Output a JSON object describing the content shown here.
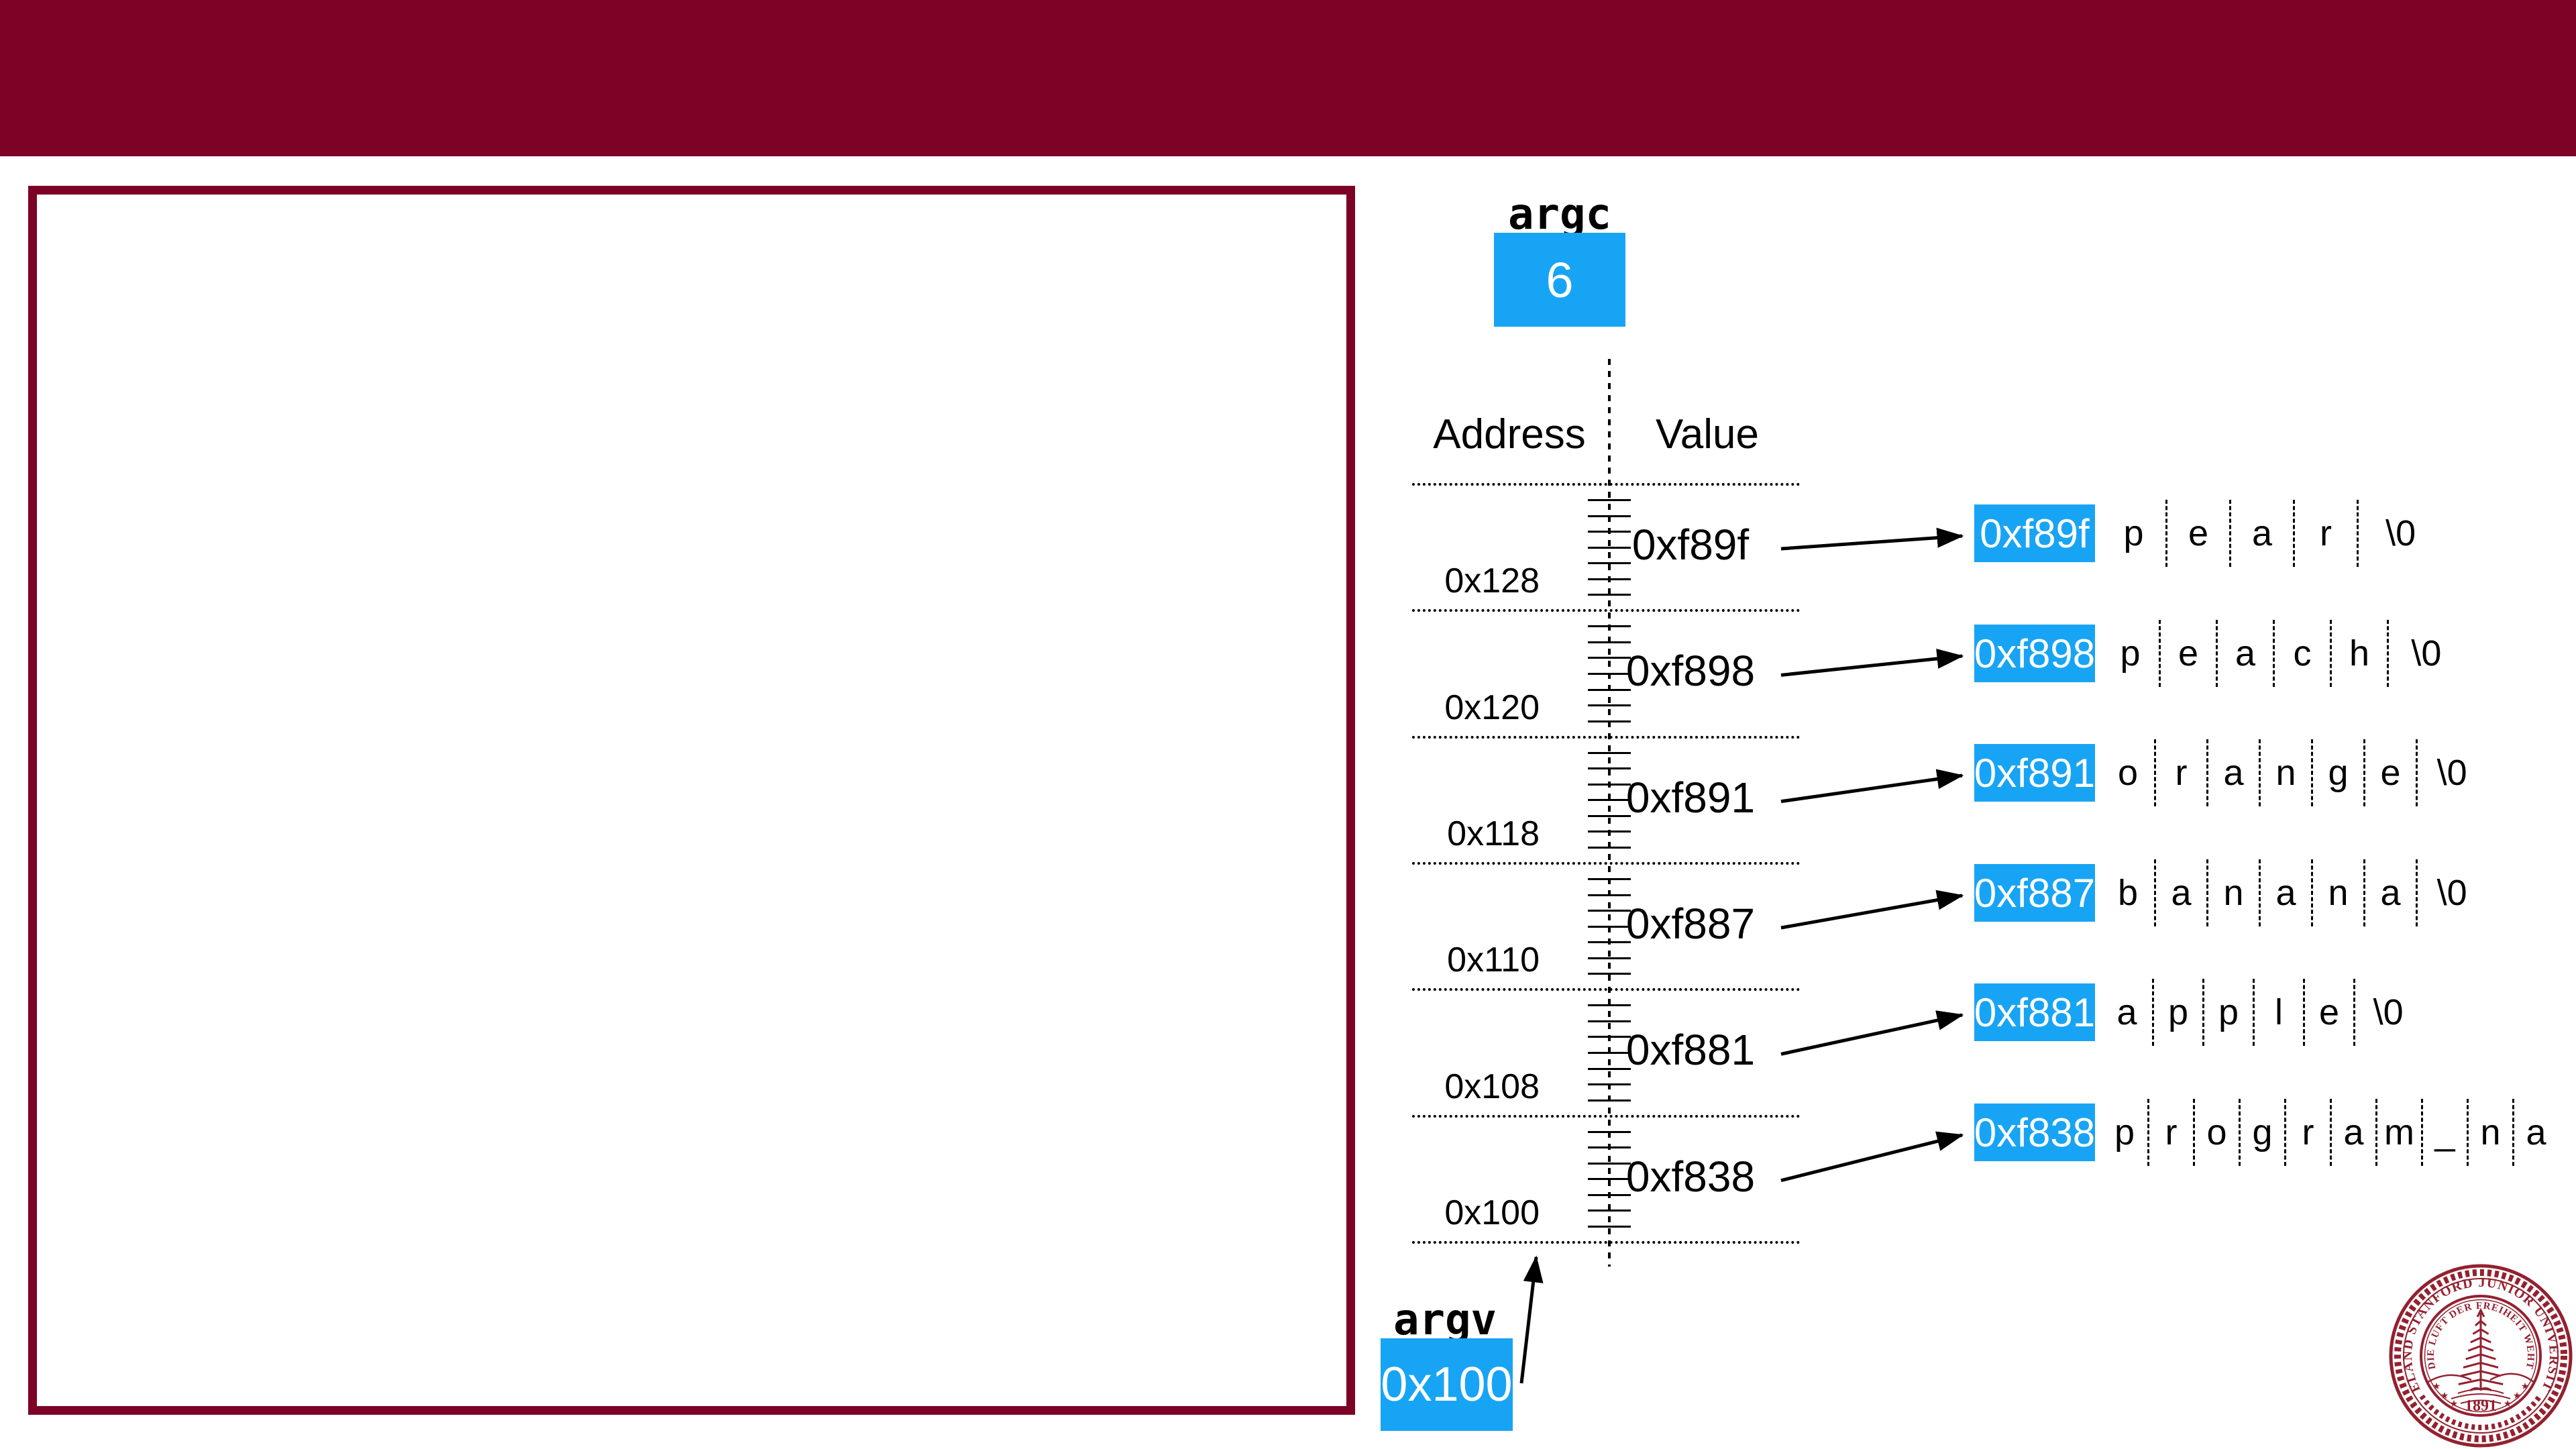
{
  "colors": {
    "banner": "#7c0226",
    "blue": "#18a4f4",
    "seal": "#93212f"
  },
  "argc": {
    "label": "argc",
    "value": "6"
  },
  "argv": {
    "label": "argv",
    "value": "0x100"
  },
  "memory": {
    "headers": {
      "address": "Address",
      "value": "Value"
    },
    "rows": [
      {
        "address": "0x128",
        "value": "0xf89f"
      },
      {
        "address": "0x120",
        "value": "0xf898"
      },
      {
        "address": "0x118",
        "value": "0xf891"
      },
      {
        "address": "0x110",
        "value": "0xf887"
      },
      {
        "address": "0x108",
        "value": "0xf881"
      },
      {
        "address": "0x100",
        "value": "0xf838"
      }
    ]
  },
  "strings": [
    {
      "address": "0xf89f",
      "chars": [
        "p",
        "e",
        "a",
        "r",
        "\\0"
      ]
    },
    {
      "address": "0xf898",
      "chars": [
        "p",
        "e",
        "a",
        "c",
        "h",
        "\\0"
      ]
    },
    {
      "address": "0xf891",
      "chars": [
        "o",
        "r",
        "a",
        "n",
        "g",
        "e",
        "\\0"
      ]
    },
    {
      "address": "0xf887",
      "chars": [
        "b",
        "a",
        "n",
        "a",
        "n",
        "a",
        "\\0"
      ]
    },
    {
      "address": "0xf881",
      "chars": [
        "a",
        "p",
        "p",
        "l",
        "e",
        "\\0"
      ]
    },
    {
      "address": "0xf838",
      "chars": [
        "p",
        "r",
        "o",
        "g",
        "r",
        "a",
        "m",
        "_",
        "n",
        "a"
      ]
    }
  ],
  "seal": {
    "ring_text": "LELAND STANFORD JUNIOR UNIVERSITY",
    "motto": "DIE LUFT DER FREIHEIT WEHT",
    "year": "1891",
    "star_glyph": "★"
  }
}
